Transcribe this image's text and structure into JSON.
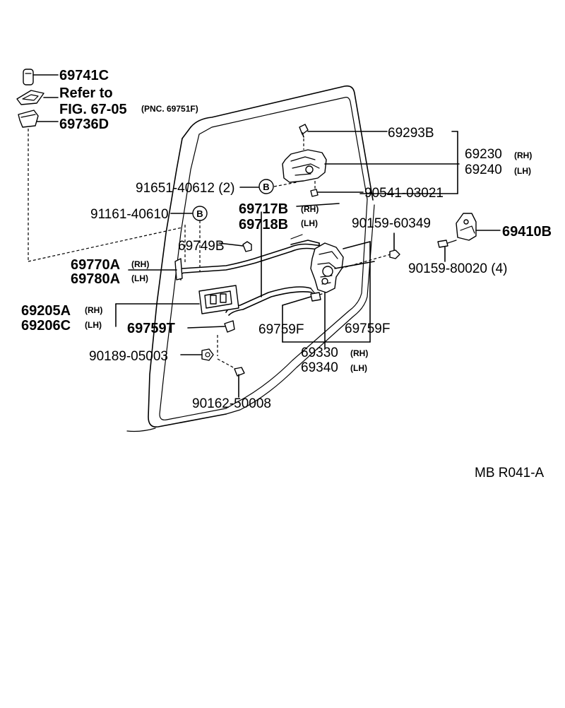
{
  "labels": {
    "p69741C": "69741C",
    "refer_to": "Refer to",
    "fig": "FIG. 67-05",
    "pnc": "(PNC. 69751F)",
    "p69736D": "69736D",
    "p69293B": "69293B",
    "p69230": "69230",
    "p69240": "69240",
    "rh": "(RH)",
    "lh": "(LH)",
    "p91651": "91651-40612 (2)",
    "callout_b": "B",
    "p90541": "90541-03021",
    "p91161": "91161-40610",
    "p69717B": "69717B",
    "p69718B": "69718B",
    "p90159_60349": "90159-60349",
    "p69410B": "69410B",
    "p69749B": "69749B",
    "p69770A": "69770A",
    "p69780A": "69780A",
    "p90159_80020": "90159-80020 (4)",
    "p69205A": "69205A",
    "p69206C": "69206C",
    "p69759T": "69759T",
    "p69759F_a": "69759F",
    "p69759F_b": "69759F",
    "p69330": "69330",
    "p69340": "69340",
    "p90189": "90189-05003",
    "p90162": "90162-50008",
    "ref_code": "MB  R041-A"
  }
}
